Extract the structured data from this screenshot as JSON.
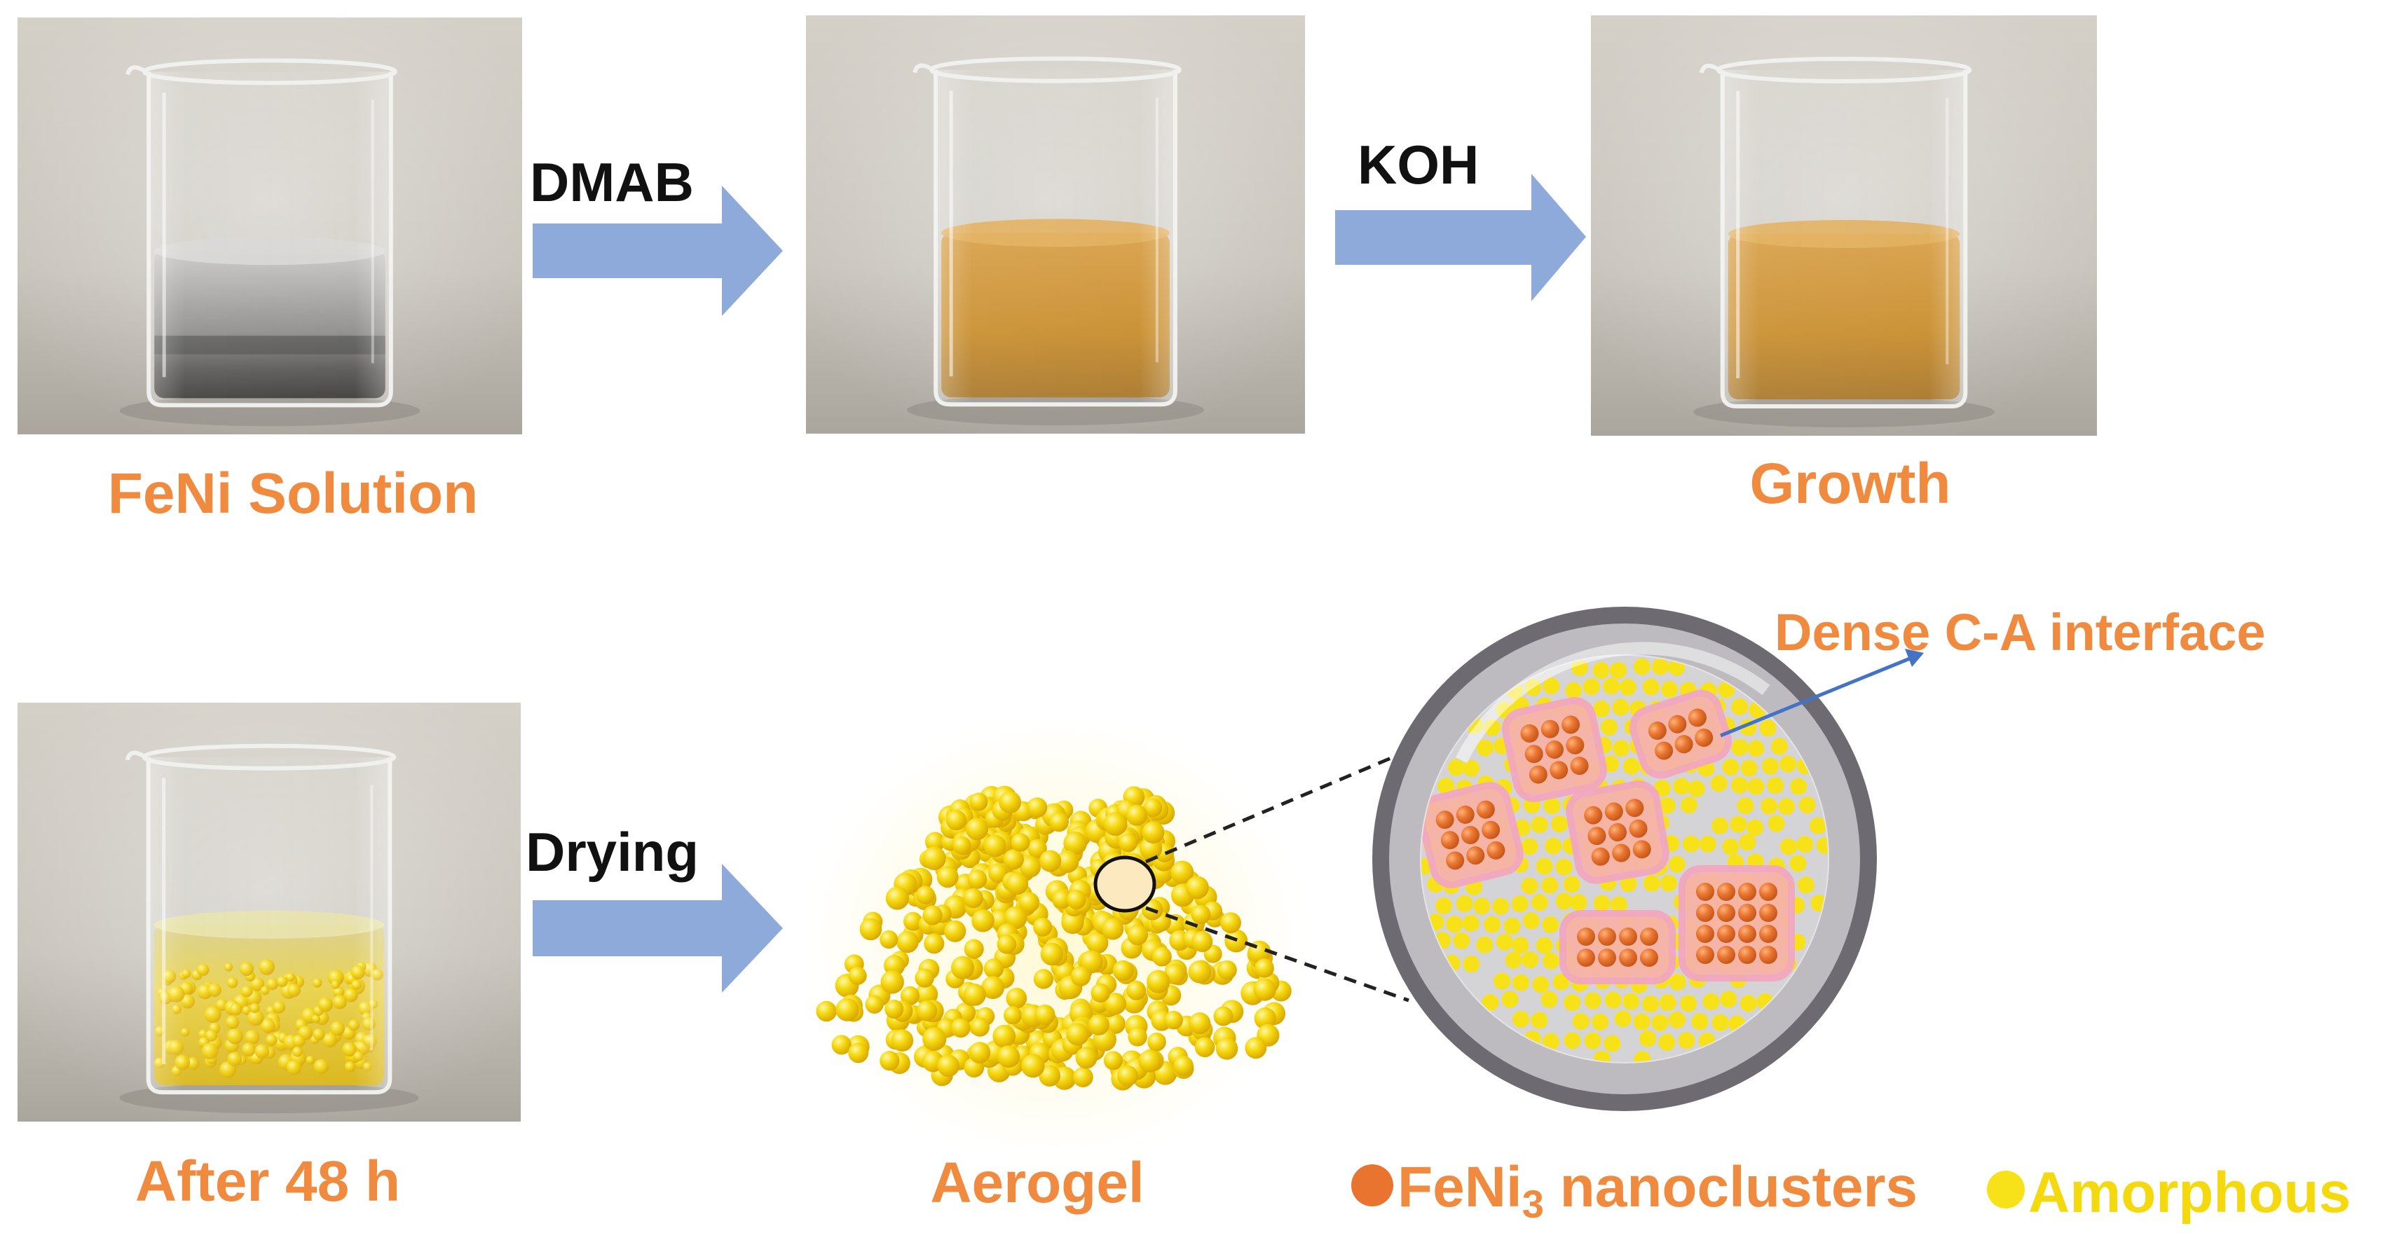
{
  "steps": {
    "step1_label": "FeNi Solution",
    "step3_label": "Growth",
    "step4_label": "After 48 h",
    "aerogel_label": "Aerogel"
  },
  "arrows": {
    "dmab": "DMAB",
    "koh": "KOH",
    "drying": "Drying"
  },
  "zoom": {
    "interface_label": "Dense C-A interface"
  },
  "legend": {
    "crystal_prefix": "FeNi",
    "crystal_sub": "3",
    "crystal_suffix": " nanoclusters",
    "amorphous": "Amorphous"
  },
  "colors": {
    "label_orange": "#ef8a3e",
    "arrow_blue": "#8eaadb",
    "amorphous_yellow": "#f7e21a",
    "crystal_orange": "#e8742f",
    "interface_pink": "#f2a7a7",
    "ring_gray": "#6e6a72"
  }
}
